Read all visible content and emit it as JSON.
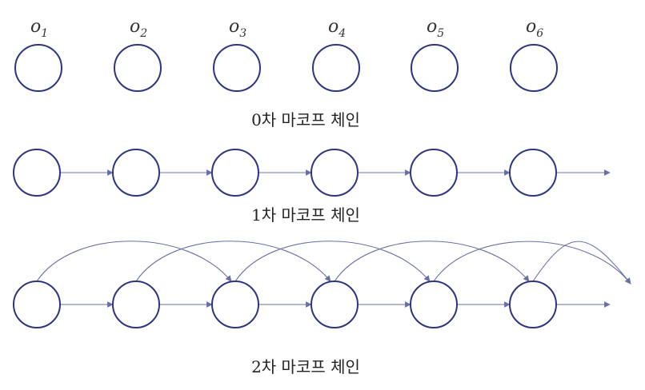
{
  "observation_labels": [
    {
      "letter": "o",
      "sub": "1"
    },
    {
      "letter": "o",
      "sub": "2"
    },
    {
      "letter": "o",
      "sub": "3"
    },
    {
      "letter": "o",
      "sub": "4"
    },
    {
      "letter": "o",
      "sub": "5"
    },
    {
      "letter": "o",
      "sub": "6"
    }
  ],
  "captions": {
    "order0": "0차 마코프 체인",
    "order1": "1차 마코프 체인",
    "order2": "2차 마코프 체인"
  },
  "colors": {
    "node_stroke": "#2e3580",
    "edge_stroke": "#6a6fa8"
  }
}
